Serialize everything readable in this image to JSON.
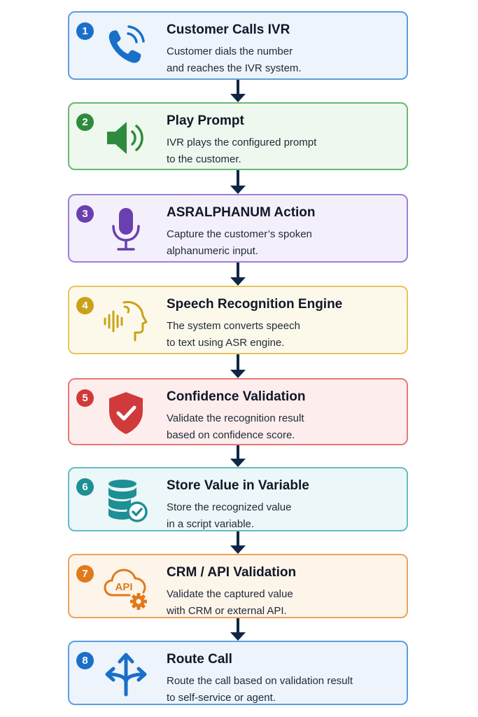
{
  "steps": [
    {
      "number": "1",
      "title": "Customer Calls IVR",
      "description": "Customer dials the number\nand reaches the IVR system.",
      "icon": "phone-icon",
      "accent": "#1a6fc9",
      "border": "#5b9ee0",
      "bg": "#edf4fc"
    },
    {
      "number": "2",
      "title": "Play Prompt",
      "description": "IVR plays the configured prompt\nto the customer.",
      "icon": "speaker-icon",
      "accent": "#2e8b3d",
      "border": "#68b96f",
      "bg": "#eef8ee"
    },
    {
      "number": "3",
      "title": "ASRALPHANUM Action",
      "description": "Capture the customer’s spoken\nalphanumeric input.",
      "icon": "microphone-icon",
      "accent": "#6a3fb0",
      "border": "#9d7fd6",
      "bg": "#f4f0fb"
    },
    {
      "number": "4",
      "title": "Speech Recognition Engine",
      "description": "The system converts speech\nto text using ASR engine.",
      "icon": "voice-head-icon",
      "accent": "#c9a21a",
      "border": "#e6c65a",
      "bg": "#fdf9ea"
    },
    {
      "number": "5",
      "title": "Confidence Validation",
      "description": "Validate the recognition result\nbased on confidence score.",
      "icon": "shield-check-icon",
      "accent": "#d13a3a",
      "border": "#e47a7a",
      "bg": "#fdeded"
    },
    {
      "number": "6",
      "title": "Store Value in Variable",
      "description": "Store the recognized value\nin a script variable.",
      "icon": "database-check-icon",
      "accent": "#1f8f96",
      "border": "#66bcc2",
      "bg": "#ebf7f8"
    },
    {
      "number": "7",
      "title": "CRM / API Validation",
      "description": "Validate the captured value\nwith CRM or external API.",
      "icon": "cloud-api-gear-icon",
      "accent": "#e07a1c",
      "border": "#eba35c",
      "bg": "#fdf4ea",
      "icon_text": "API"
    },
    {
      "number": "8",
      "title": "Route Call",
      "description": "Route the call based on validation result\nto self-service or agent.",
      "icon": "route-arrows-icon",
      "accent": "#1a6fc9",
      "border": "#5b9ee0",
      "bg": "#edf4fc"
    }
  ],
  "connector_color": "#0f2743"
}
